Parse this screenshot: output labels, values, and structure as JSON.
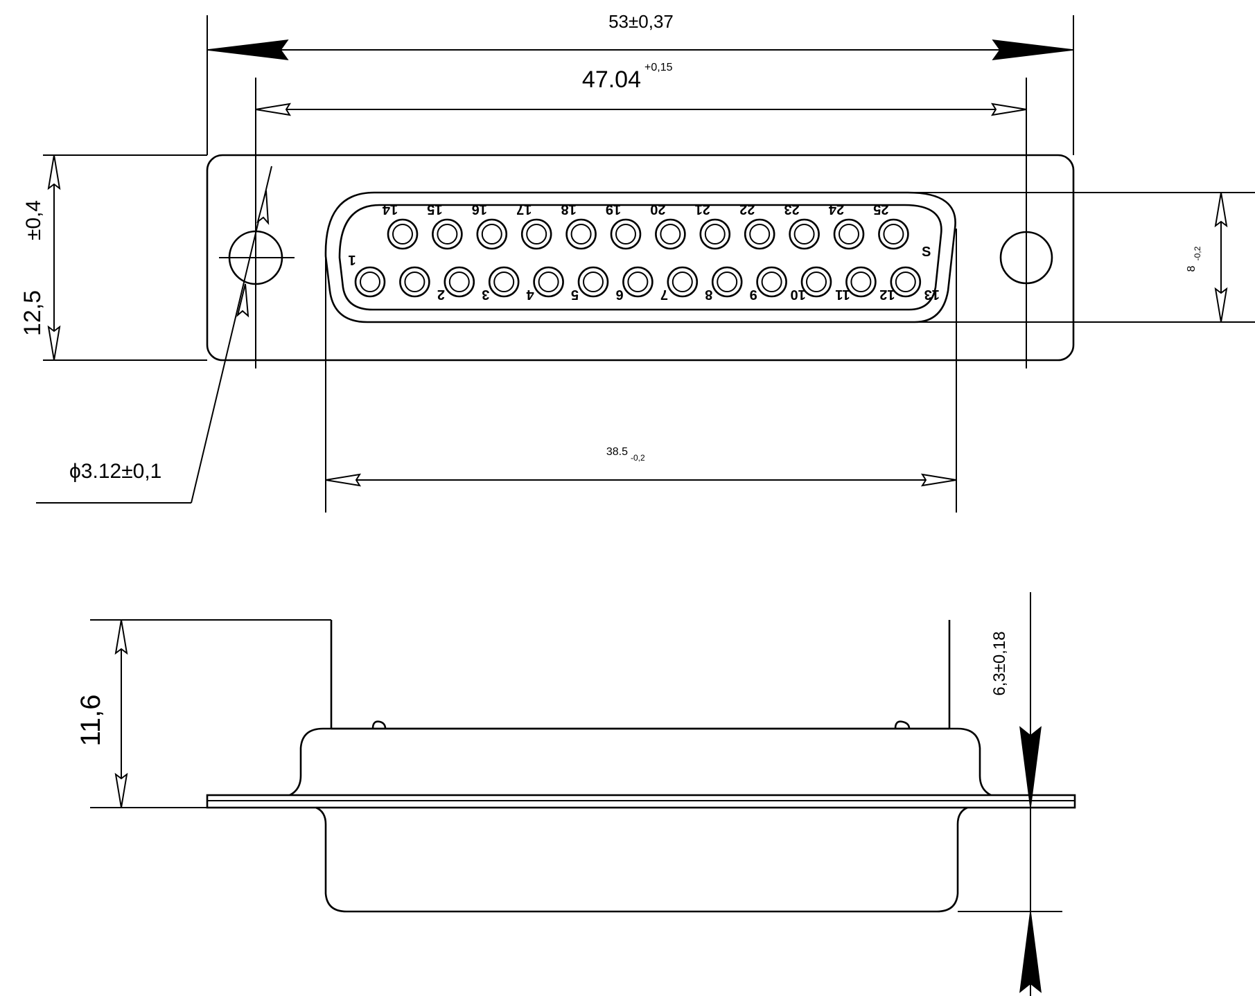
{
  "dimensions": {
    "overall_width": "53±0,37",
    "hole_spacing_base": "47.04",
    "hole_spacing_tol": "+0,15",
    "flange_height_base": "12,5",
    "flange_height_tol": "±0,4",
    "shell_height_base": "8",
    "shell_height_tol": "-0,2",
    "hole_diameter": "ϕ3.12±0,1",
    "shell_width_base": "38.5",
    "shell_width_tol": "-0,2",
    "total_depth": "11,6",
    "rear_depth": "6,3±0,18"
  },
  "pins": {
    "top_row": [
      "14",
      "15",
      "16",
      "17",
      "18",
      "19",
      "20",
      "21",
      "22",
      "23",
      "24",
      "25"
    ],
    "bottom_row": [
      "1",
      "2",
      "3",
      "4",
      "5",
      "6",
      "7",
      "8",
      "9",
      "10",
      "11",
      "12",
      "13"
    ],
    "marker": "S"
  },
  "colors": {
    "line": "#000000",
    "background": "#ffffff"
  }
}
